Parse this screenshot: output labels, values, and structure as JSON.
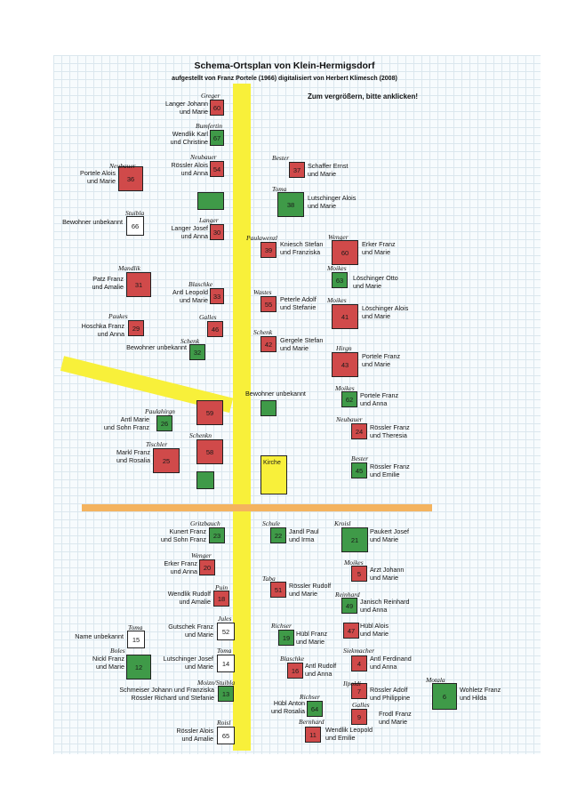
{
  "title": "Schema-Ortsplan von Klein-Hermigsdorf",
  "subtitle": "aufgestellt von Franz Portele (1966) digitalisiert von Herbert Klimesch (2008)",
  "hint": "Zum vergrößern, bitte anklicken!",
  "houses": [
    {
      "id": "h60",
      "color": "red",
      "number": "60",
      "nickname": "Greger",
      "owner": "Langer Johann\nund Marie"
    },
    {
      "id": "h67",
      "color": "green",
      "number": "67",
      "nickname": "Bumfertin",
      "owner": "Wendlik Karl\nund Christine"
    },
    {
      "id": "h54",
      "color": "red",
      "number": "54",
      "nickname": "Neubauer",
      "owner": "Rössler Alois\nund Anna"
    },
    {
      "id": "h36",
      "color": "red",
      "number": "36",
      "nickname": "Neubauer",
      "owner": "Portele Alois\nund Marie"
    },
    {
      "id": "hgreen1",
      "color": "green",
      "number": "",
      "nickname": "",
      "owner": ""
    },
    {
      "id": "h66",
      "color": "white",
      "number": "66",
      "nickname": "Stuibla",
      "owner": "Bewohner unbekannt"
    },
    {
      "id": "h30",
      "color": "red",
      "number": "30",
      "nickname": "Langer",
      "owner": "Langer Josef\nund Anna"
    },
    {
      "id": "h31",
      "color": "red",
      "number": "31",
      "nickname": "Mandlik",
      "owner": "Patz Franz\nund Amalie"
    },
    {
      "id": "h33",
      "color": "red",
      "number": "33",
      "nickname": "Blaschke",
      "owner": "Antl Leopold\nund Marie"
    },
    {
      "id": "h29",
      "color": "red",
      "number": "29",
      "nickname": "Paukes",
      "owner": "Hoschka Franz\nund Anna"
    },
    {
      "id": "h46",
      "color": "red",
      "number": "46",
      "nickname": "Galles",
      "owner": ""
    },
    {
      "id": "h32",
      "color": "green",
      "number": "32",
      "nickname": "Schenk",
      "owner": "Bewohner unbekannt"
    },
    {
      "id": "h37",
      "color": "red",
      "number": "37",
      "nickname": "Bester",
      "owner": "Schaffer Ernst\nund Marie"
    },
    {
      "id": "h38",
      "color": "green",
      "number": "38",
      "nickname": "Toma",
      "owner": "Lutschinger Alois\nund Marie"
    },
    {
      "id": "h39",
      "color": "red",
      "number": "39",
      "nickname": "Paulawenzl",
      "owner": "Kniesch Stefan\nund Franziska"
    },
    {
      "id": "h60b",
      "color": "red",
      "number": "60",
      "nickname": "Wenger",
      "owner": "Erker Franz\nund Marie"
    },
    {
      "id": "h63",
      "color": "green",
      "number": "63",
      "nickname": "Moikes",
      "owner": "Löschinger Otto\nund Marie"
    },
    {
      "id": "h55",
      "color": "red",
      "number": "55",
      "nickname": "Wastes",
      "owner": "Peterle Adolf\nund Stefanie"
    },
    {
      "id": "h41",
      "color": "red",
      "number": "41",
      "nickname": "Moikes",
      "owner": "Löschinger Alois\nund Marie"
    },
    {
      "id": "h42",
      "color": "red",
      "number": "42",
      "nickname": "Schenk",
      "owner": "Gergele Stefan\nund Marie"
    },
    {
      "id": "h43",
      "color": "red",
      "number": "43",
      "nickname": "Hirgn",
      "owner": "Portele Franz\nund Marie"
    },
    {
      "id": "hgreen2",
      "color": "green",
      "number": "",
      "nickname": "",
      "owner": "Bewohner unbekannt"
    },
    {
      "id": "h62",
      "color": "green",
      "number": "62",
      "nickname": "Moikes",
      "owner": "Portele Franz\nund Anna"
    },
    {
      "id": "h59",
      "color": "red",
      "number": "59",
      "nickname": "",
      "owner": ""
    },
    {
      "id": "h26",
      "color": "green",
      "number": "26",
      "nickname": "Paulahirgn",
      "owner": "Antl Marie\nund Sohn Franz"
    },
    {
      "id": "h24",
      "color": "red",
      "number": "24",
      "nickname": "Neubauer",
      "owner": "Rössler Franz\nund Theresia"
    },
    {
      "id": "h25",
      "color": "red",
      "number": "25",
      "nickname": "Tischler",
      "owner": "Markl Franz\nund Rosalia"
    },
    {
      "id": "h58",
      "color": "red",
      "number": "58",
      "nickname": "Schenkn",
      "owner": ""
    },
    {
      "id": "hkirche",
      "color": "yellow",
      "number": "Kirche",
      "nickname": "",
      "owner": ""
    },
    {
      "id": "h45",
      "color": "green",
      "number": "45",
      "nickname": "Bester",
      "owner": "Rössler Franz\nund Emilie"
    },
    {
      "id": "hgreen3",
      "color": "green",
      "number": "",
      "nickname": "",
      "owner": ""
    },
    {
      "id": "h23",
      "color": "green",
      "number": "23",
      "nickname": "Gritzbauch",
      "owner": "Kunert Franz\nund Sohn Franz"
    },
    {
      "id": "h22",
      "color": "green",
      "number": "22",
      "nickname": "Schule",
      "owner": "Jandl Paul\nund Irma"
    },
    {
      "id": "h21",
      "color": "green",
      "number": "21",
      "nickname": "Kroisl",
      "owner": "Paukert Josef\nund Marie"
    },
    {
      "id": "h20",
      "color": "red",
      "number": "20",
      "nickname": "Wenger",
      "owner": "Erker Franz\nund Anna"
    },
    {
      "id": "h5",
      "color": "red",
      "number": "5",
      "nickname": "Moikes",
      "owner": "Arzt Johann\nund Marie"
    },
    {
      "id": "h51",
      "color": "red",
      "number": "51",
      "nickname": "Taba",
      "owner": "Rössler Rudolf\nund Marie"
    },
    {
      "id": "h18",
      "color": "red",
      "number": "18",
      "nickname": "Puin",
      "owner": "Wendlik Rudolf\nund Amalie"
    },
    {
      "id": "h49",
      "color": "green",
      "number": "49",
      "nickname": "Reinhard",
      "owner": "Janisch Reinhard\nund Anna"
    },
    {
      "id": "h52",
      "color": "white",
      "number": "52",
      "nickname": "Jules",
      "owner": "Gutschek Franz\nund Marie"
    },
    {
      "id": "h15",
      "color": "white",
      "number": "15",
      "nickname": "Toma",
      "owner": "Name unbekannt"
    },
    {
      "id": "h19",
      "color": "green",
      "number": "19",
      "nickname": "Richser",
      "owner": "Hübl Franz\nund Marie"
    },
    {
      "id": "h47",
      "color": "red",
      "number": "47",
      "nickname": "",
      "owner": "Hübl Alois\nund Marie"
    },
    {
      "id": "h12",
      "color": "green",
      "number": "12",
      "nickname": "Boles",
      "owner": "Nickl Franz\nund Marie"
    },
    {
      "id": "h14",
      "color": "white",
      "number": "14",
      "nickname": "Toma",
      "owner": "Lutschinger Josef\nund Marie"
    },
    {
      "id": "h16",
      "color": "red",
      "number": "16",
      "nickname": "Blaschke",
      "owner": "Antl Rudolf\nund Anna"
    },
    {
      "id": "h4",
      "color": "red",
      "number": "4",
      "nickname": "Siekmacher",
      "owner": "Antl Ferdinand\nund Anna"
    },
    {
      "id": "h13",
      "color": "green",
      "number": "13",
      "nickname": "Moizn/Stuibla",
      "owner": "Schmeiser Johann und Franziska\nRössler Richard und Stefanie"
    },
    {
      "id": "h7",
      "color": "red",
      "number": "7",
      "nickname": "Ilpoldi",
      "owner": "Rössler Adolf\nund Philippine"
    },
    {
      "id": "h6",
      "color": "green",
      "number": "6",
      "nickname": "Motala",
      "owner": "Wohletz Franz\nund Hilda"
    },
    {
      "id": "h64",
      "color": "green",
      "number": "64",
      "nickname": "Richser",
      "owner": "Hübl Anton\nund Rosalia"
    },
    {
      "id": "h9",
      "color": "red",
      "number": "9",
      "nickname": "Galles",
      "owner": "Frodl Franz\nund Marie"
    },
    {
      "id": "h65",
      "color": "white",
      "number": "65",
      "nickname": "Roisl",
      "owner": "Rössler Alois\nund Amalie"
    },
    {
      "id": "h11",
      "color": "red",
      "number": "11",
      "nickname": "Bernhard",
      "owner": "Wendlik Leopold\nund Emilie"
    }
  ]
}
